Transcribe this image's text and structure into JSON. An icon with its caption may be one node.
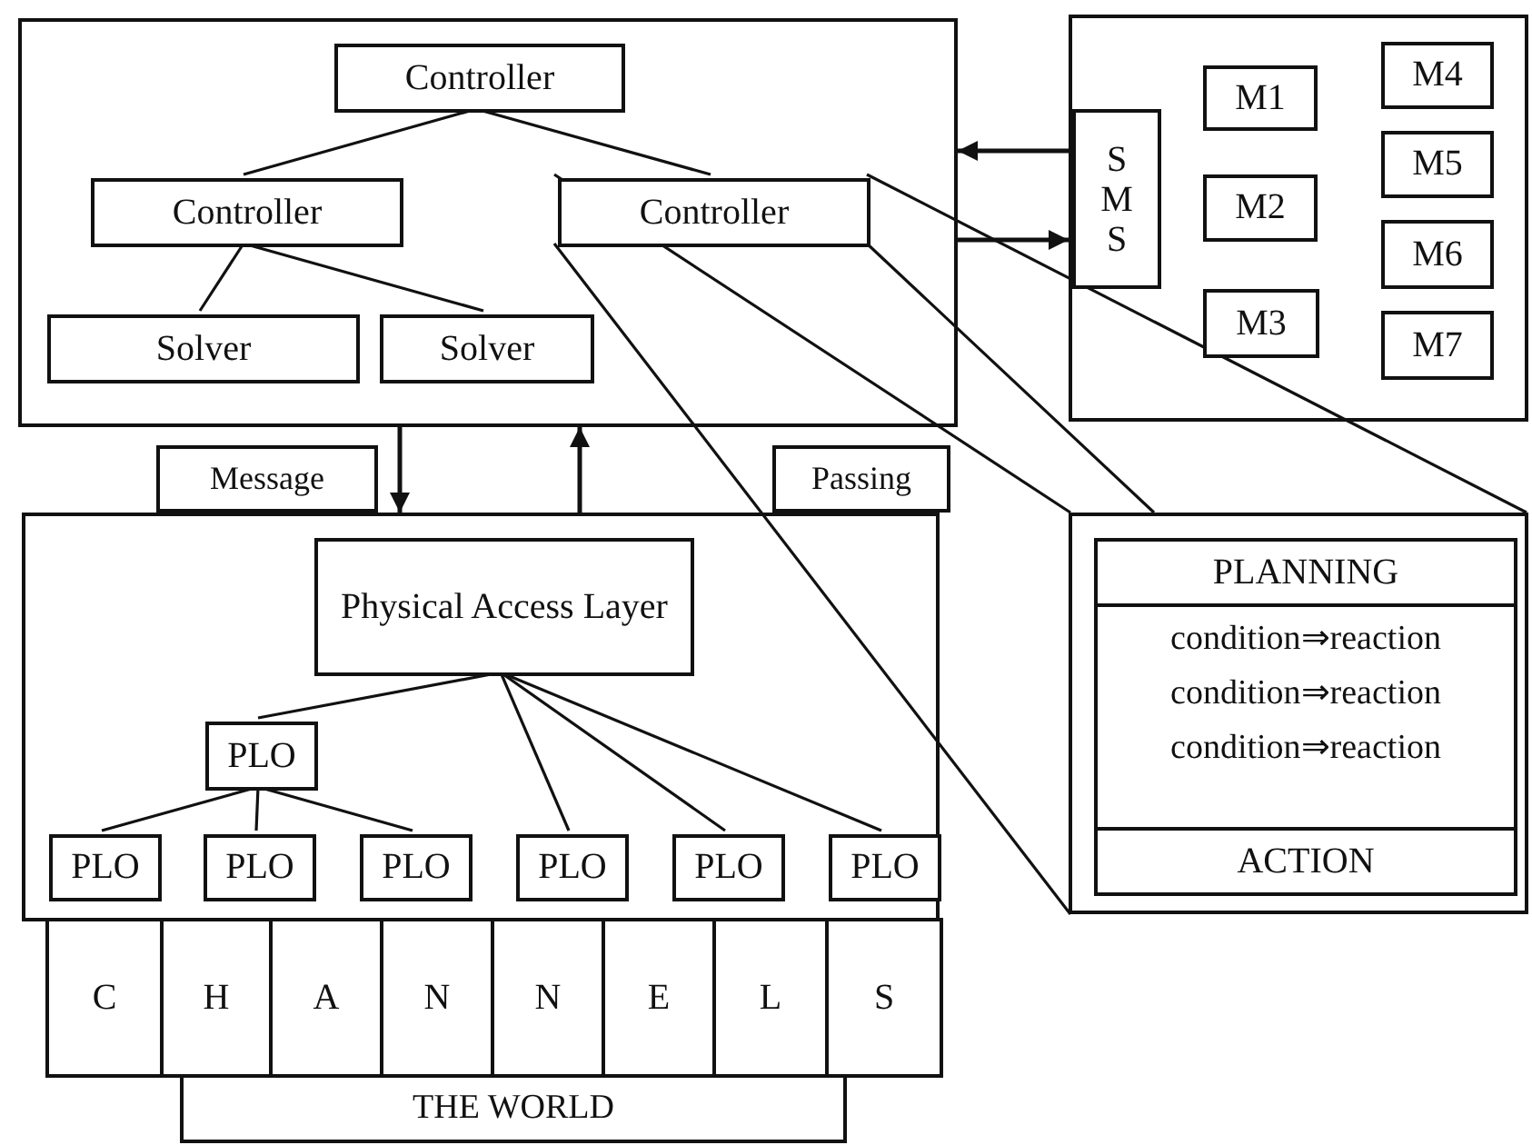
{
  "diagram": {
    "nodes": [
      {
        "text": [],
        "shape": "box"
      },
      {
        "text": [
          "Controller"
        ],
        "in": 0
      },
      {
        "text": [
          "Controller"
        ],
        "in": 0
      },
      {
        "text": [
          "Controller"
        ],
        "in": 0
      },
      {
        "text": [
          "Solver"
        ],
        "in": 0
      },
      {
        "text": [
          "Solver"
        ],
        "in": 0
      },
      {
        "text": [],
        "shape": "box"
      },
      {
        "text": [
          "S M S"
        ],
        "in": 6
      },
      {
        "text": [
          "M1"
        ],
        "in": 6
      },
      {
        "text": [
          "M2"
        ],
        "in": 6
      },
      {
        "text": [
          "M3"
        ],
        "in": 6
      },
      {
        "text": [
          "M4"
        ],
        "in": 6
      },
      {
        "text": [
          "M5"
        ],
        "in": 6
      },
      {
        "text": [
          "M6"
        ],
        "in": 6
      },
      {
        "text": [
          "M7"
        ],
        "in": 6
      },
      {
        "text": [
          "Message"
        ]
      },
      {
        "text": [
          "Passing"
        ]
      },
      {
        "text": [],
        "shape": "box"
      },
      {
        "text": [
          "Physical Access Layer"
        ],
        "in": 17
      },
      {
        "text": [
          "PLO"
        ],
        "in": 17
      },
      {
        "text": [
          "PLO"
        ],
        "in": 17
      },
      {
        "text": [
          "PLO"
        ],
        "in": 17
      },
      {
        "text": [
          "PLO"
        ],
        "in": 17
      },
      {
        "text": [
          "PLO"
        ],
        "in": 17
      },
      {
        "text": [
          "PLO"
        ],
        "in": 17
      },
      {
        "text": [
          "PLO"
        ],
        "in": 17
      },
      {
        "text": [
          "C"
        ]
      },
      {
        "text": [
          "H"
        ]
      },
      {
        "text": [
          "A"
        ]
      },
      {
        "text": [
          "N"
        ]
      },
      {
        "text": [
          "N"
        ]
      },
      {
        "text": [
          "E"
        ]
      },
      {
        "text": [
          "L"
        ]
      },
      {
        "text": [
          "S"
        ]
      },
      {
        "text": [
          "THE WORLD"
        ]
      },
      {
        "text": [],
        "shape": "box"
      },
      {
        "text": [
          "PLANNING",
          "condition⇒reaction",
          "condition⇒reaction",
          "condition⇒reaction",
          "ACTION"
        ],
        "in": 35
      }
    ],
    "edges": [
      {
        "from": 1,
        "to": 2,
        "arrow": "none"
      },
      {
        "from": 1,
        "to": 3,
        "arrow": "none"
      },
      {
        "from": 2,
        "to": 4,
        "arrow": "none"
      },
      {
        "from": 2,
        "to": 5,
        "arrow": "none"
      },
      {
        "from": 7,
        "to": 0,
        "arrow": "to"
      },
      {
        "from": 0,
        "to": 7,
        "arrow": "to"
      },
      {
        "from": 0,
        "to": 17,
        "arrow": "to"
      },
      {
        "from": 17,
        "to": 0,
        "arrow": "to"
      },
      {
        "from": 18,
        "to": 19,
        "arrow": "none"
      },
      {
        "from": 18,
        "to": 23,
        "arrow": "none"
      },
      {
        "from": 18,
        "to": 24,
        "arrow": "none"
      },
      {
        "from": 18,
        "to": 25,
        "arrow": "none"
      },
      {
        "from": 19,
        "to": 20,
        "arrow": "none"
      },
      {
        "from": 19,
        "to": 21,
        "arrow": "none"
      },
      {
        "from": 19,
        "to": 22,
        "arrow": "none"
      },
      {
        "from": 3,
        "to": 35,
        "arrow": "none"
      },
      {
        "from": 3,
        "to": 35,
        "arrow": "none"
      },
      {
        "from": 3,
        "to": 35,
        "arrow": "none"
      },
      {
        "from": 3,
        "to": 35,
        "arrow": "none"
      }
    ]
  }
}
